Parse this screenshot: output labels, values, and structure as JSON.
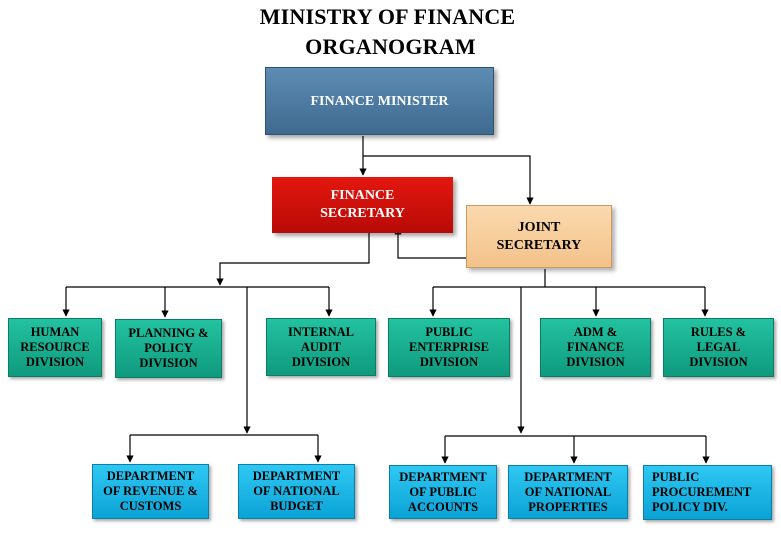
{
  "title": {
    "line1": "MINISTRY OF FINANCE",
    "line2": "ORGANOGRAM"
  },
  "nodes": {
    "minister": "FINANCE MINISTER",
    "secretary": "FINANCE\nSECRETARY",
    "joint": "JOINT\nSECRETARY",
    "hr": "HUMAN\nRESOURCE\nDIVISION",
    "planning": "PLANNING &\nPOLICY\nDIVISION",
    "audit": "INTERNAL\nAUDIT\nDIVISION",
    "pe": "PUBLIC\nENTERPRISE\nDIVISION",
    "adm": "ADM &\nFINANCE\nDIVISION",
    "rules": "RULES &\nLEGAL\nDIVISION",
    "revenue": "DEPARTMENT\nOF REVENUE &\nCUSTOMS",
    "budget": "DEPARTMENT\nOF NATIONAL\nBUDGET",
    "accounts": "DEPARTMENT\nOF PUBLIC\nACCOUNTS",
    "properties": "DEPARTMENT\nOF NATIONAL\nPROPERTIES",
    "procurement": "PUBLIC\nPROCUREMENT\nPOLICY DIV."
  },
  "colors": {
    "minister": "#4a7aa3",
    "secretary": "#d5120b",
    "joint": "#f8cf9c",
    "division": "#16ab8c",
    "department": "#1ab4e4",
    "connector": "#000000"
  }
}
